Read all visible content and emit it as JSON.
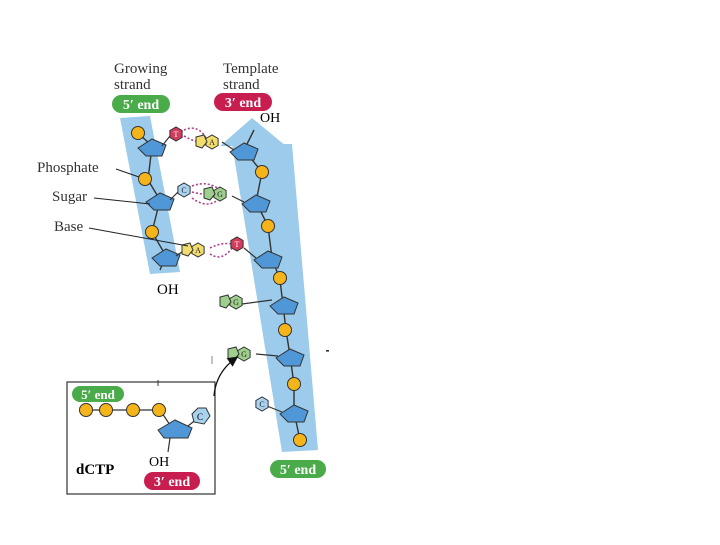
{
  "labels": {
    "growing_strand": [
      "Growing",
      "strand"
    ],
    "template_strand": [
      "Template",
      "strand"
    ],
    "phosphate": "Phosphate",
    "sugar": "Sugar",
    "base": "Base",
    "oh_top": "OH",
    "oh_growing": "OH",
    "oh_dctp": "OH",
    "dctp": "dCTP"
  },
  "ends": {
    "growing_5": "5′ end",
    "template_3": "3′ end",
    "template_5": "5′ end",
    "dctp_5": "5′ end",
    "dctp_3": "3′ end"
  },
  "bases": {
    "growing": [
      "T",
      "C",
      "A"
    ],
    "template": [
      "A",
      "G",
      "T",
      "G",
      "G",
      "C"
    ],
    "incoming": "C"
  },
  "colors": {
    "strand_band": "#9ccbec",
    "phosphate": "#f4b41a",
    "sugar": "#4f97d6",
    "base_T": "#d33b5c",
    "base_A": "#f2dc6d",
    "base_C": "#a9d2f0",
    "base_G": "#9fcf8d",
    "end_5_pill": "#4aab4a",
    "end_3_pill": "#c81e4f",
    "hbond": "#b1408a"
  }
}
